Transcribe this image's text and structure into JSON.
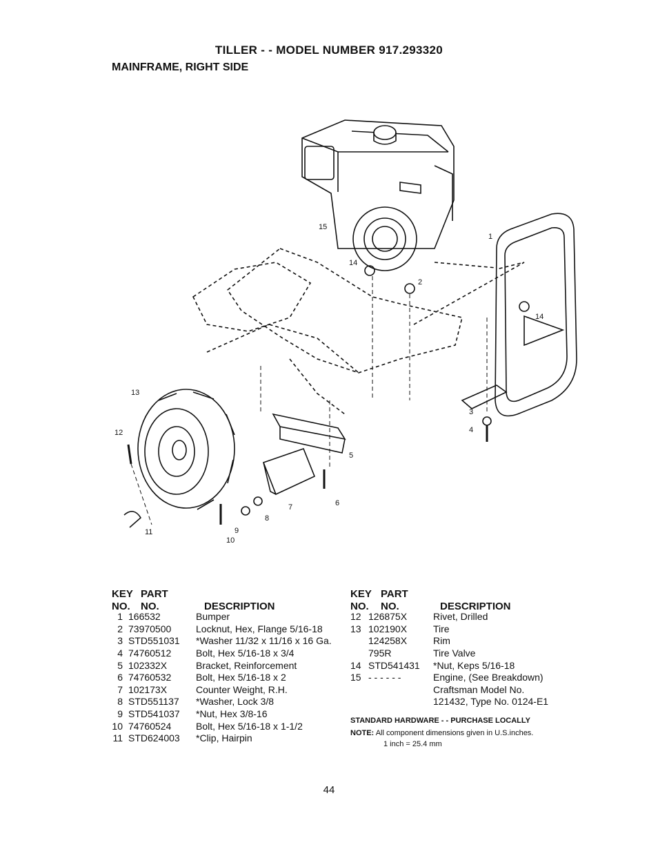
{
  "header": {
    "title": "TILLER - - MODEL NUMBER 917.293320",
    "subtitle": "MAINFRAME, RIGHT SIDE"
  },
  "callouts": [
    "1",
    "2",
    "3",
    "4",
    "5",
    "6",
    "7",
    "8",
    "9",
    "10",
    "11",
    "12",
    "13",
    "14",
    "14",
    "15"
  ],
  "table_headers": {
    "key": "KEY",
    "part": "PART",
    "no": "NO.",
    "no2": "NO.",
    "description": "DESCRIPTION"
  },
  "parts_left": [
    {
      "key": "1",
      "part": "166532",
      "desc": "Bumper"
    },
    {
      "key": "2",
      "part": "73970500",
      "desc": "Locknut, Hex, Flange 5/16-18"
    },
    {
      "key": "3",
      "part": "STD551031",
      "desc": "*Washer 11/32 x 11/16 x 16 Ga."
    },
    {
      "key": "4",
      "part": "74760512",
      "desc": "Bolt, Hex 5/16-18 x 3/4"
    },
    {
      "key": "5",
      "part": "102332X",
      "desc": "Bracket, Reinforcement"
    },
    {
      "key": "6",
      "part": "74760532",
      "desc": "Bolt, Hex 5/16-18 x 2"
    },
    {
      "key": "7",
      "part": "102173X",
      "desc": "Counter Weight, R.H."
    },
    {
      "key": "8",
      "part": "STD551137",
      "desc": "*Washer, Lock 3/8"
    },
    {
      "key": "9",
      "part": "STD541037",
      "desc": "*Nut, Hex 3/8-16"
    },
    {
      "key": "10",
      "part": "74760524",
      "desc": "Bolt, Hex 5/16-18 x 1-1/2"
    },
    {
      "key": "11",
      "part": "STD624003",
      "desc": "*Clip, Hairpin"
    }
  ],
  "parts_right": [
    {
      "key": "12",
      "part": "126875X",
      "desc": "Rivet, Drilled"
    },
    {
      "key": "13",
      "part": "102190X",
      "desc": "Tire"
    },
    {
      "key": "",
      "part": "124258X",
      "desc": "Rim"
    },
    {
      "key": "",
      "part": "795R",
      "desc": "Tire Valve"
    },
    {
      "key": "14",
      "part": "STD541431",
      "desc": "*Nut, Keps 5/16-18"
    },
    {
      "key": "15",
      "part": "- - - - - -",
      "desc": "Engine, (See Breakdown)"
    },
    {
      "key": "",
      "part": "",
      "desc": "Craftsman Model No."
    },
    {
      "key": "",
      "part": "",
      "desc": "121432, Type No. 0124-E1"
    }
  ],
  "footnotes": {
    "standard": "STANDARD HARDWARE - - PURCHASE LOCALLY",
    "note_label": "NOTE:",
    "note_text": "All component dimensions given in U.S.inches.",
    "note_conv": "1 inch = 25.4 mm"
  },
  "page_number": "44"
}
